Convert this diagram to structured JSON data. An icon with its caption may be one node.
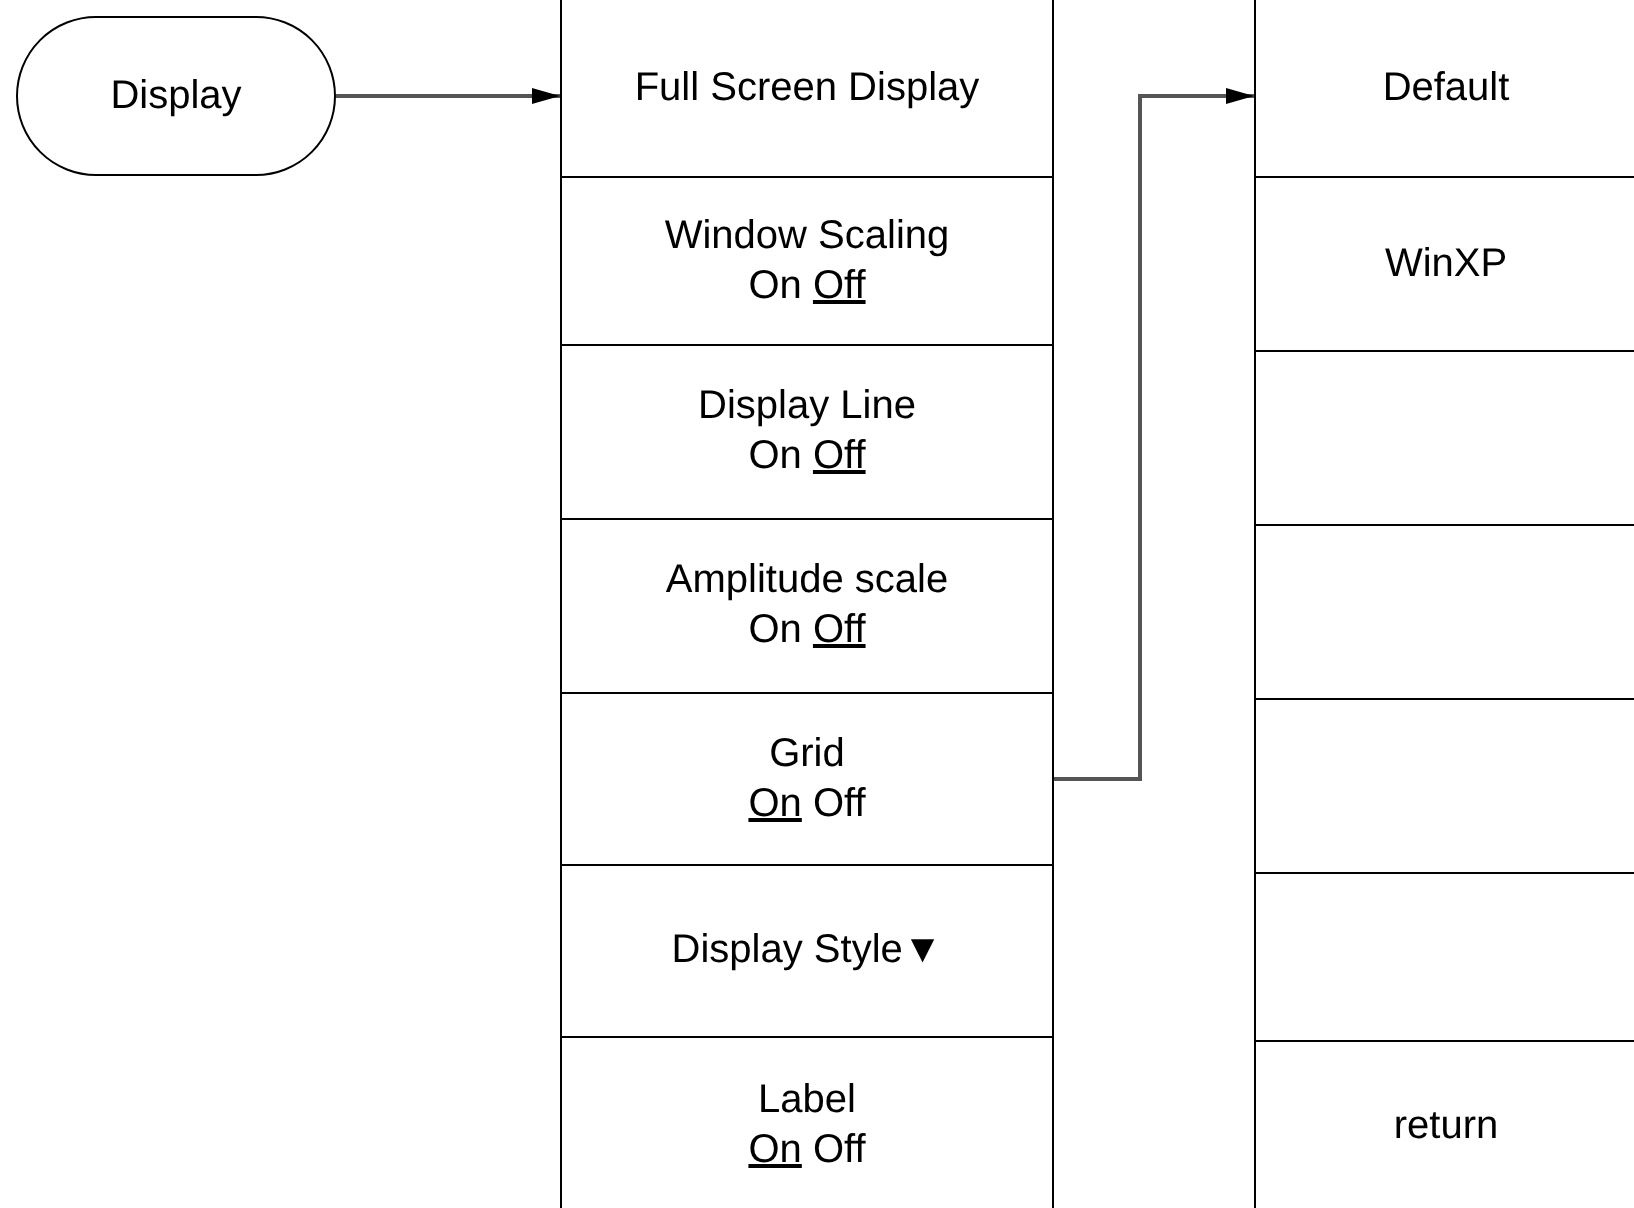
{
  "diagram": {
    "nodes": [
      {
        "text": [
          "Display"
        ]
      },
      {
        "text": [
          "Full Screen Display"
        ]
      },
      {
        "text": [
          "Window Scaling",
          "On Off"
        ]
      },
      {
        "text": [
          "Display Line",
          "On Off"
        ]
      },
      {
        "text": [
          "Amplitude scale",
          "On Off"
        ]
      },
      {
        "text": [
          "Grid",
          "On Off"
        ]
      },
      {
        "text": [
          "Display Style▼"
        ]
      },
      {
        "text": [
          "Label",
          "On Off"
        ]
      },
      {
        "text": [
          "Default"
        ]
      },
      {
        "text": [
          "WinXP"
        ]
      },
      {
        "text": [],
        "shape": "box"
      },
      {
        "text": [],
        "shape": "box"
      },
      {
        "text": [],
        "shape": "box"
      },
      {
        "text": [],
        "shape": "box"
      },
      {
        "text": [
          "return"
        ]
      }
    ],
    "edges": [
      {
        "from": 0,
        "to": 1,
        "arrow": "to"
      },
      {
        "from": 5,
        "to": 8,
        "arrow": "to"
      }
    ]
  }
}
